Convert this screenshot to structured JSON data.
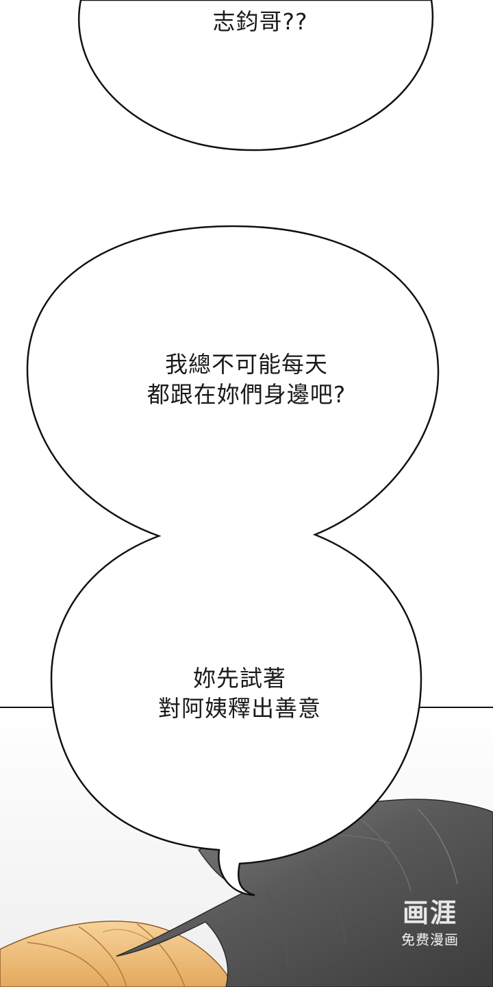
{
  "bubbles": {
    "top": {
      "line1": "志鈞哥??"
    },
    "middle": {
      "line1": "我總不可能每天",
      "line2": "都跟在妳們身邊吧?"
    },
    "bottom": {
      "line1": "妳先試著",
      "line2": "對阿姨釋出善意"
    }
  },
  "watermark": {
    "main": "画涯",
    "sub": "免费漫画"
  },
  "colors": {
    "bubble_fill": "#ffffff",
    "bubble_stroke": "#111111",
    "hair_dark": "#4a4a4a",
    "hair_light": "#e9b874",
    "floor": "#f2f2f2"
  }
}
